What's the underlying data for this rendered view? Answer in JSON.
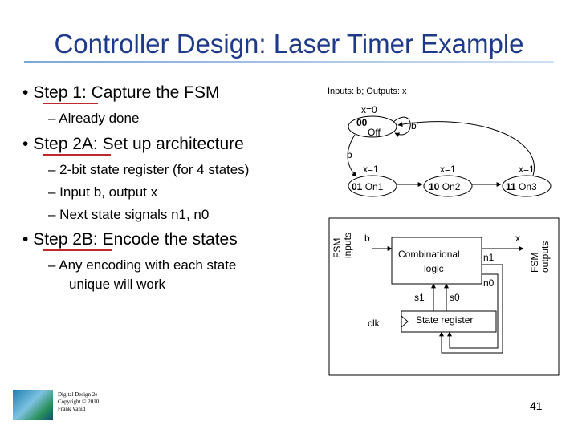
{
  "title": "Controller Design: Laser Timer Example",
  "bullets": {
    "step1": {
      "label": "Step 1",
      "rest": ": Capture the FSM"
    },
    "step1_sub": "– Already done",
    "step2a": {
      "label": "Step 2A",
      "rest": ": Set up architecture"
    },
    "step2a_subs": [
      "– 2-bit state register (for 4 states)",
      "– Input b, output x",
      "– Next state signals n1, n0"
    ],
    "step2b": {
      "label": "Step 2B",
      "rest": ": Encode the states"
    },
    "step2b_subs": [
      "– Any encoding with each state",
      "unique will work"
    ]
  },
  "diagram": {
    "header": "Inputs: b; Outputs: x",
    "states": [
      {
        "output": "x=0",
        "code": "00",
        "name": "Off"
      },
      {
        "output": "x=1",
        "code": "01",
        "name": "On1"
      },
      {
        "output": "x=1",
        "code": "10",
        "name": "On2"
      },
      {
        "output": "x=1",
        "code": "11",
        "name": "On3"
      }
    ],
    "transition_b": "b",
    "transition_b_not": "b’",
    "fsm_inputs": [
      "FSM",
      "inputs"
    ],
    "fsm_outputs": [
      "FSM",
      "outputs"
    ],
    "input_b": "b",
    "output_x": "x",
    "comb_logic": [
      "Combinational",
      "logic"
    ],
    "n1": "n1",
    "n0": "n0",
    "s1": "s1",
    "s0": "s0",
    "clk": "clk",
    "state_register": "State register"
  },
  "footer": [
    "Digital Design 2e",
    "Copyright © 2010",
    "Frank Vahid"
  ],
  "page_number": "41",
  "colors": {
    "title": "#1f3a8a",
    "underline": "#c0282a"
  }
}
